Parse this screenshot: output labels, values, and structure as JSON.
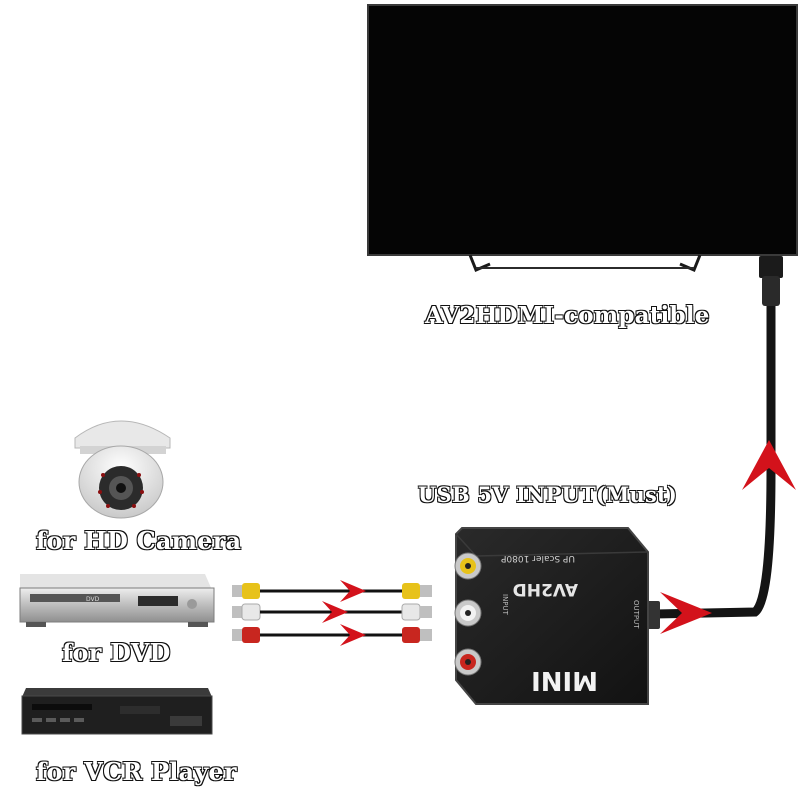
{
  "title": "AV2HDMI-compatible",
  "power_note": "USB 5V INPUT(Must)",
  "sources": {
    "camera": "for HD Camera",
    "dvd": "for DVD",
    "vcr": "for VCR Player"
  },
  "converter": {
    "brand_top": "AV2HD",
    "subtitle": "UP Scaler 1080P",
    "badge": "MINI",
    "input_label": "INPUT",
    "output_label": "OUTPUT"
  },
  "devices": {
    "dvd_player_text": "DVD"
  },
  "colors": {
    "arrow_red": "#d3121b",
    "rca_yellow": "#e7c21a",
    "rca_white": "#e8e8e8",
    "rca_red": "#c8261f",
    "tv_panel": "#050505",
    "converter_body": "#1c1c1c"
  }
}
